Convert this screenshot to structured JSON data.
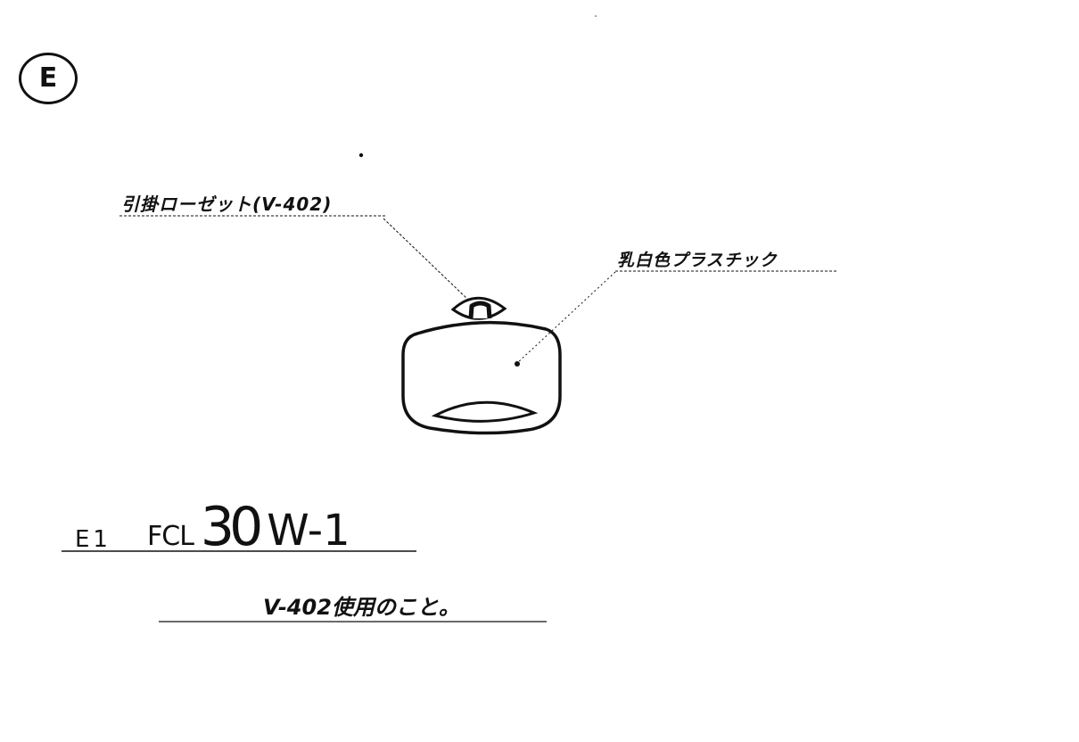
{
  "sheet": {
    "badge": "E"
  },
  "labels": {
    "rosette": "引掛ローゼット(V-402)",
    "shade_material": "乳白色プラスチック"
  },
  "fixture": {
    "type_code": "E1",
    "model_series": "FCL",
    "model_watt": "30",
    "model_suffix": "W-1"
  },
  "notes": {
    "usage": "V-402使用のこと。"
  }
}
